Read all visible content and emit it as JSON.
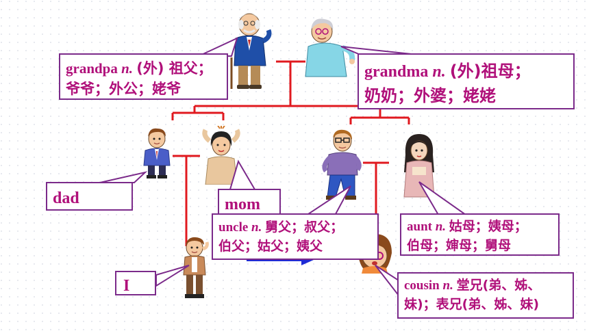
{
  "colors": {
    "accent_text": "#b0107a",
    "box_border": "#7b2a8a",
    "tree_lines": "#e0191f",
    "arrow": "#1f2bd6"
  },
  "people": [
    {
      "key": "grandpa",
      "icon": "grandpa-icon"
    },
    {
      "key": "grandma",
      "icon": "grandma-icon"
    },
    {
      "key": "dad",
      "icon": "dad-icon"
    },
    {
      "key": "mom",
      "icon": "mom-icon"
    },
    {
      "key": "uncle",
      "icon": "uncle-icon"
    },
    {
      "key": "aunt",
      "icon": "aunt-icon"
    },
    {
      "key": "me",
      "icon": "boy-icon"
    },
    {
      "key": "cousin",
      "icon": "cousin-girl-icon"
    }
  ],
  "labels": {
    "grandpa": {
      "word": "grandpa",
      "pos": "n.",
      "line1_cn": "(外) 祖父；",
      "line2": "爷爷；外公；姥爷"
    },
    "grandma": {
      "word": "grandma",
      "pos": "n.",
      "line1_cn": "(外)祖母；",
      "line2": "奶奶；外婆；姥姥"
    },
    "dad": {
      "word": "dad"
    },
    "mom": {
      "word": "mom"
    },
    "uncle": {
      "word": "uncle",
      "pos": "n.",
      "line1_cn": "舅父；叔父；",
      "line2": "伯父；姑父；姨父"
    },
    "aunt": {
      "word": "aunt",
      "pos": "n.",
      "line1_cn": "姑母；姨母；",
      "line2": "伯母；婶母；舅母"
    },
    "me": {
      "word": "I"
    },
    "cousin": {
      "word": "cousin",
      "pos": "n.",
      "line1_cn": "堂兄(弟、姊、",
      "line2": "妹)；表兄(弟、姊、妹)"
    }
  }
}
